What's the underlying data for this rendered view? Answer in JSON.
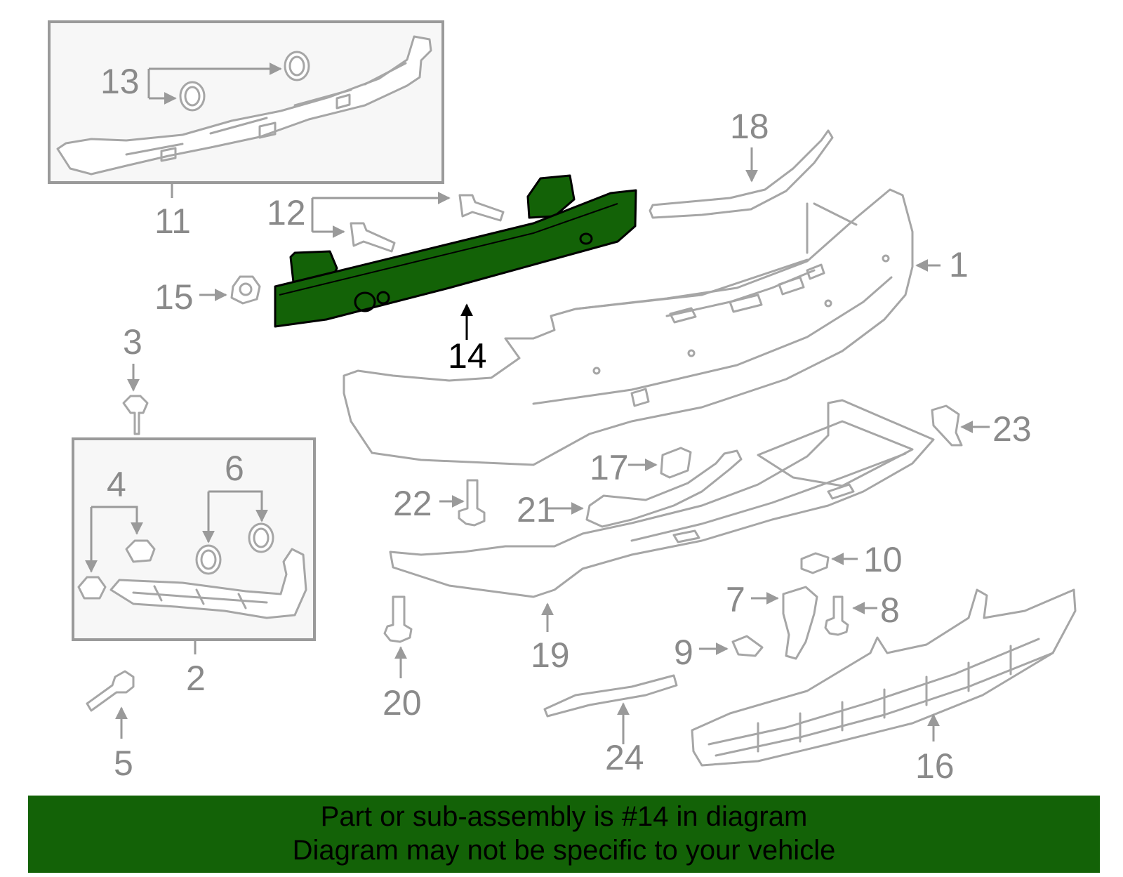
{
  "callouts": {
    "c1": "1",
    "c2": "2",
    "c3": "3",
    "c4": "4",
    "c5": "5",
    "c6": "6",
    "c7": "7",
    "c8": "8",
    "c9": "9",
    "c10": "10",
    "c11": "11",
    "c12": "12",
    "c13": "13",
    "c14": "14",
    "c15": "15",
    "c16": "16",
    "c17": "17",
    "c18": "18",
    "c19": "19",
    "c20": "20",
    "c21": "21",
    "c22": "22",
    "c23": "23",
    "c24": "24"
  },
  "highlight": {
    "part": "14",
    "color": "#136207"
  },
  "banner": {
    "line1": "Part or sub-assembly is #14 in diagram",
    "line2": "Diagram may not be specific to your vehicle",
    "background": "#136207"
  }
}
